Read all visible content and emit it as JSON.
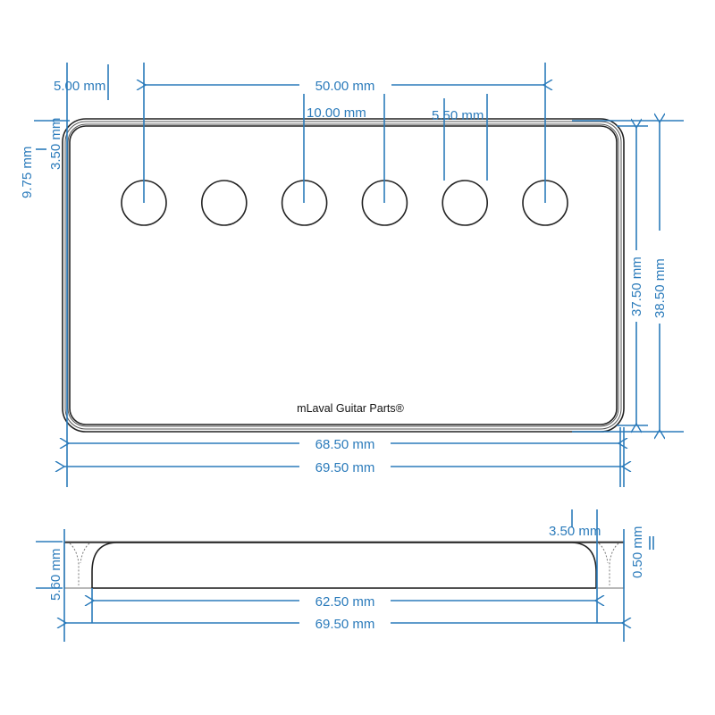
{
  "colors": {
    "dimension": "#2b7bbb",
    "outline": "#222222",
    "background": "#ffffff"
  },
  "top_view": {
    "brand_label": "mLaval Guitar Parts®",
    "hole_count": 6,
    "dimensions": {
      "pole_span": "50.00 mm",
      "edge_to_first_pole": "5.00 mm",
      "pole_spacing": "10.00 mm",
      "hole_diameter": "5.50 mm",
      "corner_radius": "3.50 mm",
      "pole_row_offset": "9.75 mm",
      "inner_height": "37.50 mm",
      "outer_height": "38.50 mm",
      "inner_length": "68.50 mm",
      "outer_length": "69.50 mm"
    }
  },
  "side_view": {
    "dimensions": {
      "height": "5.60 mm",
      "wall_thickness": "0.50 mm",
      "edge_radius": "3.50 mm",
      "inner_length": "62.50 mm",
      "outer_length": "69.50 mm"
    }
  }
}
